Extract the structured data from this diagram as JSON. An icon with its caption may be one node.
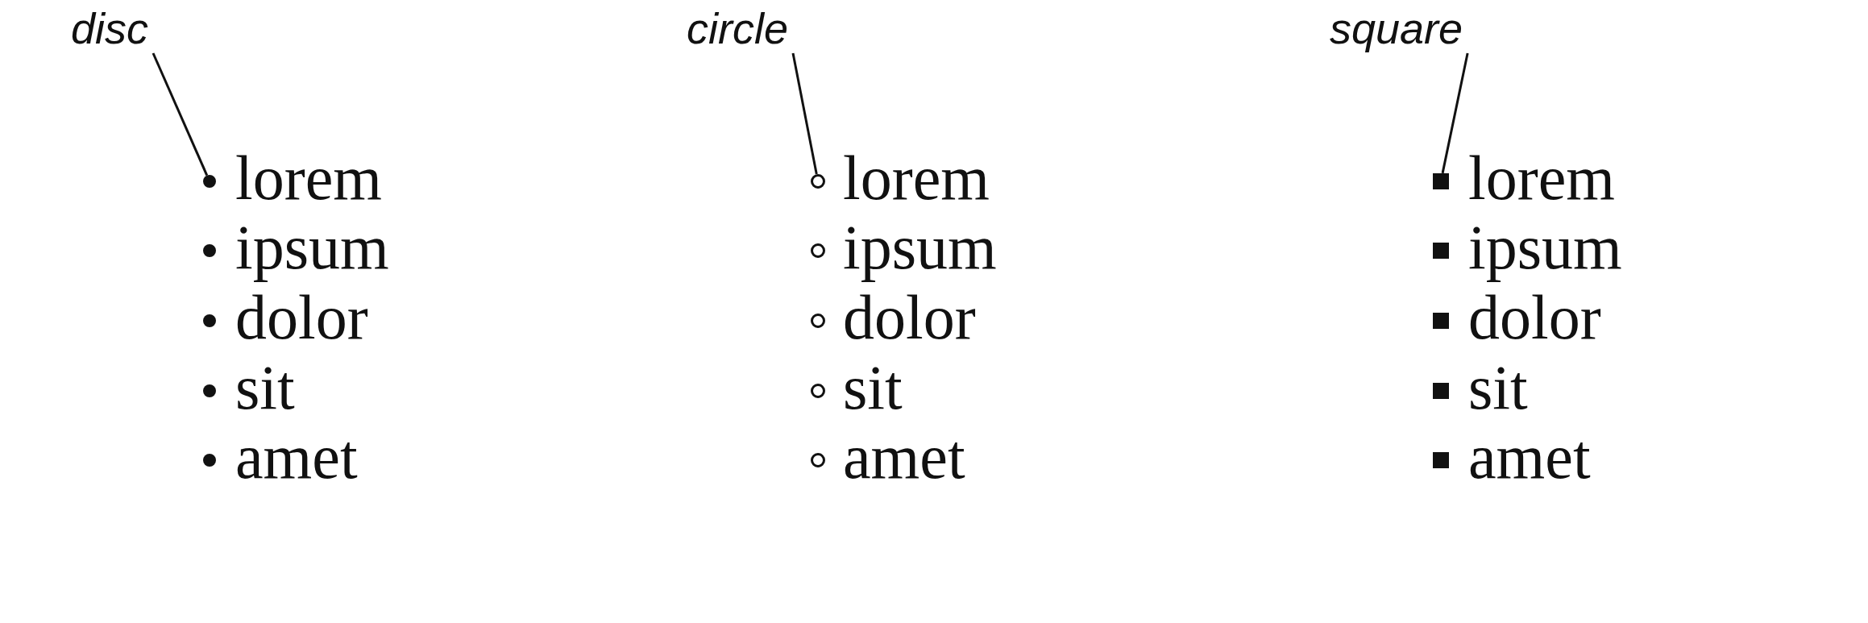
{
  "diagram": {
    "nodes": [
      {
        "text": [
          "disc"
        ]
      },
      {
        "text": [],
        "shape": "circle"
      },
      {
        "text": [
          "circle"
        ]
      },
      {
        "text": [],
        "shape": "circle"
      },
      {
        "text": [
          "square"
        ]
      },
      {
        "text": [],
        "shape": "box"
      }
    ],
    "edges": [
      {
        "from": 0,
        "to": 1,
        "arrow": "none"
      },
      {
        "from": 2,
        "to": 3,
        "arrow": "none"
      },
      {
        "from": 4,
        "to": 5,
        "arrow": "none"
      }
    ],
    "labels": [
      "lorem",
      "ipsum",
      "dolor",
      "sit",
      "amet",
      "lorem",
      "ipsum",
      "dolor",
      "sit",
      "amet",
      "lorem",
      "ipsum",
      "dolor",
      "sit",
      "amet"
    ]
  }
}
